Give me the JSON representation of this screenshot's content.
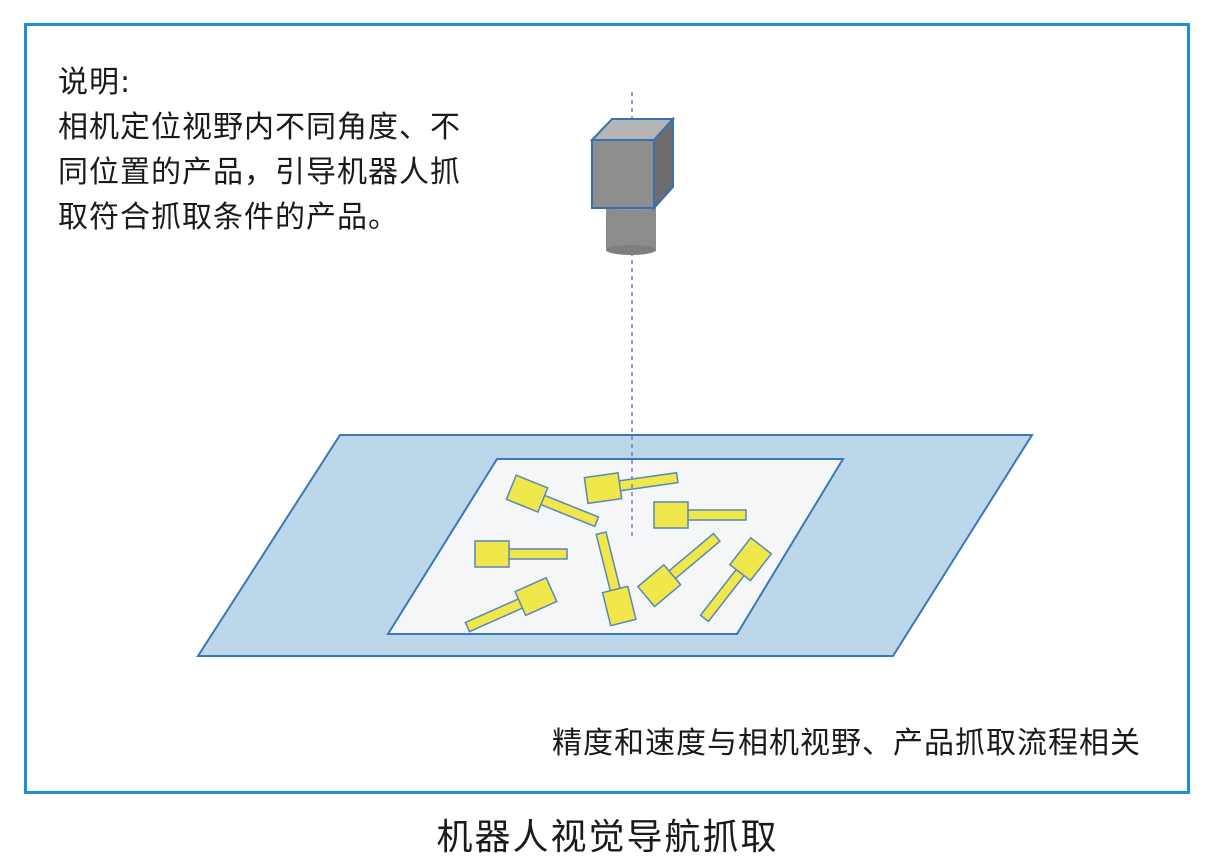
{
  "note": {
    "heading": "说明:",
    "lines": [
      "相机定位视野内不同角度、不",
      "同位置的产品，引导机器人抓",
      "取符合抓取条件的产品。"
    ]
  },
  "bottom_note": "精度和速度与相机视野、产品抓取流程相关",
  "caption": "机器人视觉导航抓取",
  "colors": {
    "frame": "#1e8fd6",
    "platform": "#bcd6ea",
    "platform_edge": "#3a78b8",
    "field_of_view": "#f4f6f8",
    "product": "#f0e84a",
    "product_edge": "#5a86b8",
    "camera": "#8a8a8a",
    "axis": "#8a70c0"
  }
}
